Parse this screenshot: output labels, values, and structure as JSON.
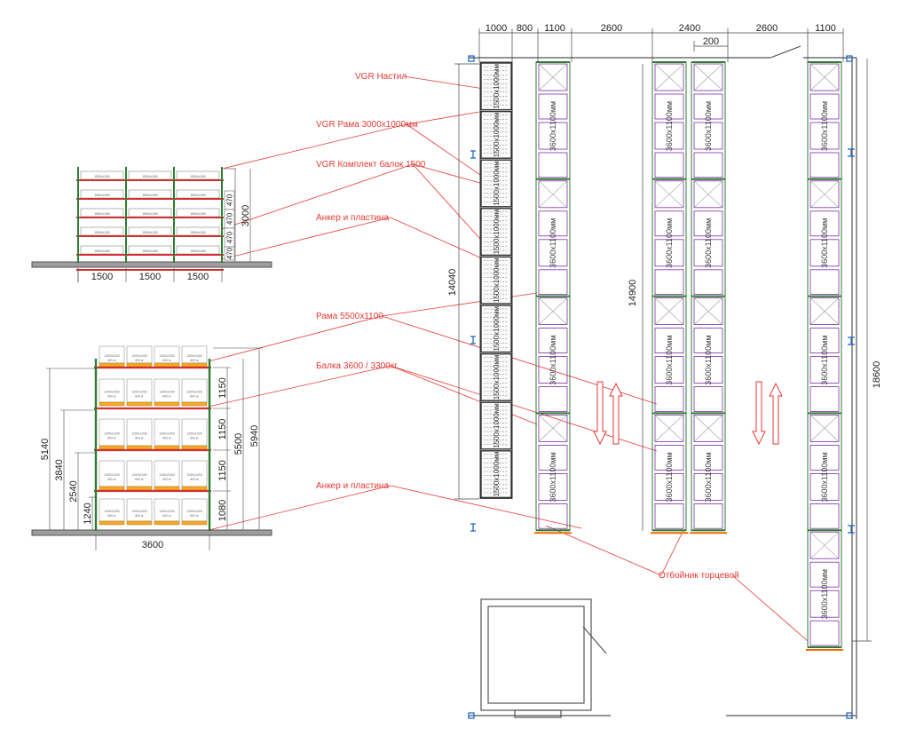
{
  "colors": {
    "frame": "#2e7d32",
    "beam": "#d32f2f",
    "cell": "#7b2fa0",
    "leader": "#e53935",
    "wall": "#555555",
    "dim": "#444444",
    "bumper": "#ef6c00",
    "pallet": "#f9a825"
  },
  "top_dims": [
    "1000",
    "800",
    "1100",
    "2600",
    "2400",
    "2600",
    "1100"
  ],
  "top_dim_200": "200",
  "plan_dims": {
    "d14040": "14040",
    "d14900": "14900",
    "d18600": "18600"
  },
  "cells": {
    "shelf_label": "1500x1000мм",
    "pallet_label": "3600x1100мм"
  },
  "callouts": [
    "VGR Настил",
    "VGR Рама 3000x1000мм",
    "VGR Комплект балок 1500",
    "Анкер и пластина",
    "Рама 5500x1100",
    "Балка 3600 / 3300кг",
    "Анкер и пластина",
    "Отбойник торцевой"
  ],
  "shelf_elev": {
    "bays": [
      "1500",
      "1500",
      "1500"
    ],
    "levels": [
      "470",
      "470",
      "470",
      "470"
    ],
    "height": "3000",
    "label": "1500x1000"
  },
  "pallet_elev": {
    "width": "3600",
    "levels": [
      "1080",
      "1150",
      "1150",
      "1150"
    ],
    "heights": [
      "1240",
      "2540",
      "3840",
      "5140"
    ],
    "frame_h": "5500",
    "total_h": "5940",
    "label": "1200x1000",
    "sub": "600 кг"
  }
}
